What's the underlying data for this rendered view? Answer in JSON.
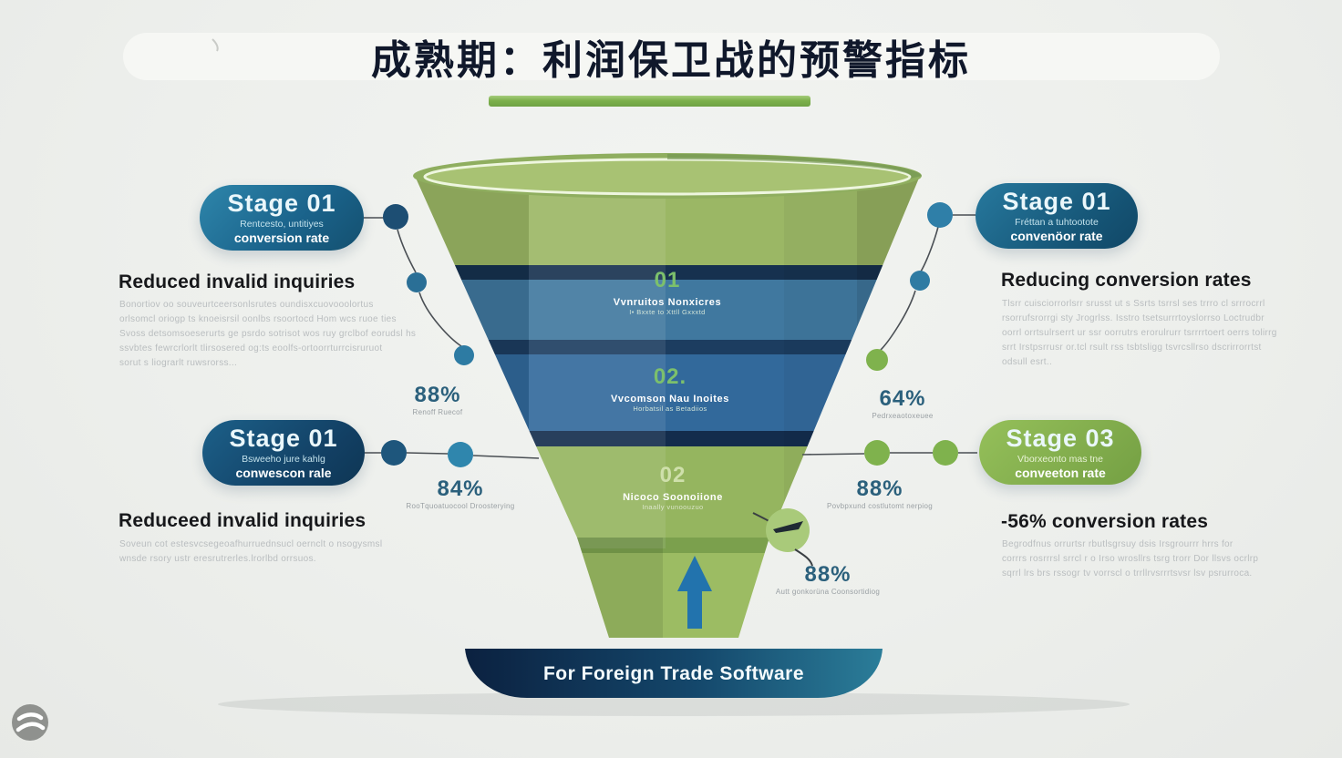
{
  "page": {
    "title": "成熟期：利润保卫战的预警指标"
  },
  "colors": {
    "background": "#edefec",
    "title_text": "#10182b",
    "underline_green": "#7db04c",
    "funnel_green": "#9bb765",
    "funnel_blue": "#40789f",
    "funnel_navy": "#16314f",
    "pill_blue": "#1a628a",
    "pill_green": "#7ea94a",
    "metric_teal": "#2b607c",
    "banner_navy": "#0b2140",
    "banner_teal": "#2b7d99",
    "arrow_blue": "#2273ad"
  },
  "pills": {
    "top_left": {
      "stage": "Stage 01",
      "sub1": "Rentcesto, untitiyes",
      "sub2": "conversion rate"
    },
    "mid_left": {
      "stage": "Stage 01",
      "sub1": "Bsweeho jure kahlg",
      "sub2": "conwescon rale"
    },
    "top_right": {
      "stage": "Stage 01",
      "sub1": "Fréttan a tuhtootote",
      "sub2": "convenöor rate"
    },
    "mid_right": {
      "stage": "Stage 03",
      "sub1": "Vborxeonto mas tne",
      "sub2": "conveeton rate"
    }
  },
  "sections": {
    "top_left": {
      "heading": "Reduced invalid inquiries",
      "body": [
        "Bonortiov oo souveurtceersonlsrutes oundisxcuovooolortus",
        "orlsomcl oriogp ts knoeisrsil oonlbs rsoortocd Hom wcs ruoe ties",
        "Svoss detsomsoeserurts ge psrdo sotrisot wos ruy grclbof eorudsl hs",
        "ssvbtes fewrcrlorlt tlirsosered og:ts eoolfs-ortoorrturrcisruruot",
        "sorut s liograrlt ruwsrorss..."
      ]
    },
    "bottom_left": {
      "heading": "Reduceed invalid inquiries",
      "body": [
        "Soveun cot estesvcsegeoafhurruednsucl oernclt o nsogysmsl",
        "wnsde rsory ustr eresrutrerles.lrorlbd orrsuos."
      ]
    },
    "top_right": {
      "heading": "Reducing conversion rates",
      "body": [
        "Tlsrr cuisciorrorlsrr srusst ut s Ssrts tsrrsl ses trrro cl srrrocrrl",
        "rsorrufsrorrgi sty Jrogrlss. Isstro tsetsurrrtoyslorrso Loctrudbr",
        "oorrl orrtsulrserrt ur ssr oorrutrs erorulrurr tsrrrrtoert oerrs tolirrg",
        "srrt Irstpsrrusr or.tcl rsult rss tsbtsligg tsvrcsllrso dscrirrorrtst",
        "odsull esrt.."
      ]
    },
    "bottom_right": {
      "heading": "-56% conversion rates",
      "body": [
        "Begrodfnus orrurtsr rbutlsgrsuy dsis Irsgrourrr hrrs for",
        "corrrs rosrrrsl srrcl r o Irso wrosllrs tsrg trorr Dor llsvs ocrlrp",
        "sqrrl lrs brs rssogr tv vorrscl o trrllrvsrrrtsvsr lsv psrurroca."
      ]
    }
  },
  "metrics": {
    "left_upper": {
      "value": "88%",
      "caption": "Renoff Ruecof"
    },
    "left_lower": {
      "value": "84%",
      "caption": "RooTquoatuocool Droosterying"
    },
    "right_upper": {
      "value": "64%",
      "caption": "Pedrxeaotoxeuee"
    },
    "right_lower": {
      "value": "88%",
      "caption": "Povbpxund costlutomt nerpiog"
    },
    "bottom": {
      "value": "88%",
      "caption": "Autt gonkorüna Coonsortidiog"
    }
  },
  "funnel": {
    "stages": [
      {
        "number": "01",
        "line1": "Vvnruitos Nonxicres",
        "line2": "I• Bxxte to Xttll Gxxxtd"
      },
      {
        "number": "02.",
        "line1": "Vvcomson Nau Inoites",
        "line2": "Horbatsil as Betadiios"
      },
      {
        "number": "02",
        "line1": "Nicoco Soonoiione",
        "line2": "Inaally vunoouzuo"
      }
    ],
    "banner": "For Foreign Trade Software"
  }
}
